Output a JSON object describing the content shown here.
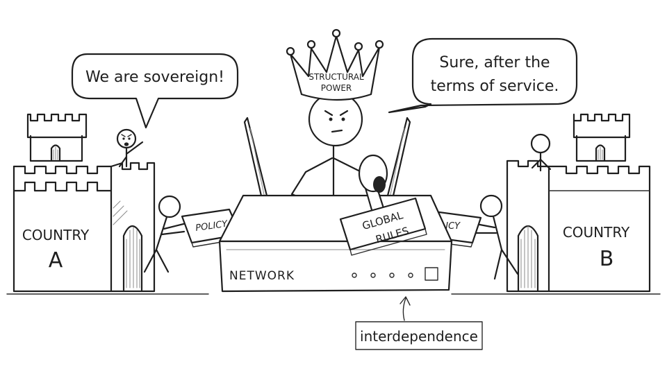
{
  "bubbles": {
    "left": "We are sovereign!",
    "right_line1": "Sure, after the",
    "right_line2": "terms of service."
  },
  "crown": {
    "line1": "STRUCTURAL",
    "line2": "POWER"
  },
  "country_a": {
    "line1": "COUNTRY",
    "line2": "A"
  },
  "country_b": {
    "line1": "COUNTRY",
    "line2": "B"
  },
  "planks": {
    "left": "POLICY",
    "right": "LICY"
  },
  "stamp": {
    "line1": "GLOBAL",
    "line2": "RULES"
  },
  "router": {
    "label": "NETWORK"
  },
  "caption": "interdependence"
}
